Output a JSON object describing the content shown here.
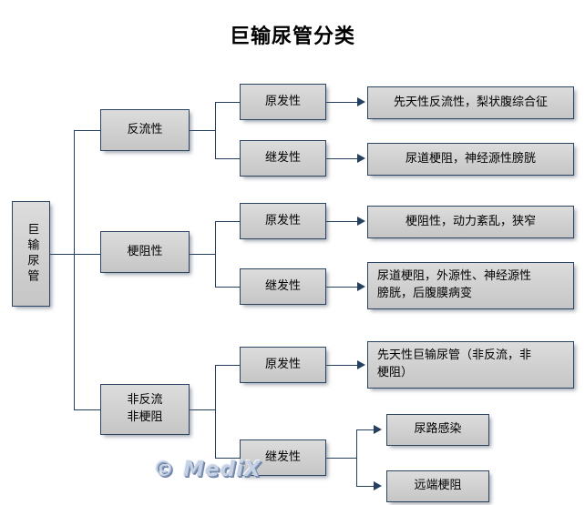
{
  "title": "巨输尿管分类",
  "watermark": "© MediX",
  "colors": {
    "box_border": "#2b4462",
    "box_fill_top": "#dcdcdc",
    "box_fill_bottom": "#c6c6c6",
    "connector": "#24405e",
    "title_text": "#000000",
    "watermark_text": "#c6d2e4"
  },
  "tree": {
    "root": {
      "label": "巨输尿管"
    },
    "branches": [
      {
        "label": "反流性",
        "children": [
          {
            "label": "原发性",
            "leaves": [
              {
                "label": "先天性反流性，梨状腹综合征"
              }
            ]
          },
          {
            "label": "继发性",
            "leaves": [
              {
                "label": "尿道梗阻，神经源性膀胱"
              }
            ]
          }
        ]
      },
      {
        "label": "梗阻性",
        "children": [
          {
            "label": "原发性",
            "leaves": [
              {
                "label": "梗阻性，动力紊乱，狭窄"
              }
            ]
          },
          {
            "label": "继发性",
            "leaves": [
              {
                "label": "尿道梗阻，外源性、神经源性\n膀胱，后腹膜病变"
              }
            ]
          }
        ]
      },
      {
        "label": "非反流\n非梗阻",
        "children": [
          {
            "label": "原发性",
            "leaves": [
              {
                "label": "先天性巨输尿管（非反流，非\n梗阻）"
              }
            ]
          },
          {
            "label": "继发性",
            "leaves": [
              {
                "label": "尿路感染"
              },
              {
                "label": "远端梗阻"
              }
            ]
          }
        ]
      }
    ]
  }
}
